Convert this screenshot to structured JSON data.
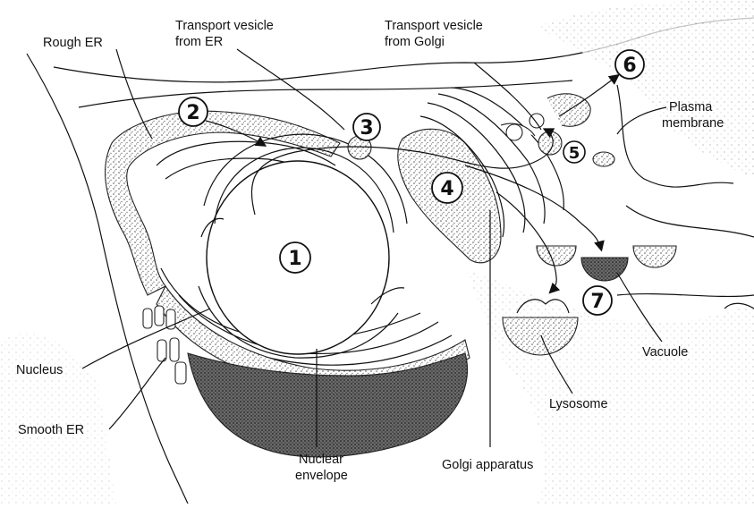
{
  "labels": {
    "rough_er": "Rough ER",
    "transport_vesicle_er_line1": "Transport vesicle",
    "transport_vesicle_er_line2": "from ER",
    "transport_vesicle_golgi_line1": "Transport vesicle",
    "transport_vesicle_golgi_line2": "from Golgi",
    "plasma_membrane_line1": "Plasma",
    "plasma_membrane_line2": "membrane",
    "nucleus": "Nucleus",
    "smooth_er": "Smooth ER",
    "nuclear_envelope_line1": "Nuclear",
    "nuclear_envelope_line2": "envelope",
    "golgi_apparatus": "Golgi apparatus",
    "lysosome": "Lysosome",
    "vacuole": "Vacuole"
  },
  "steps": [
    "1",
    "2",
    "3",
    "4",
    "5",
    "6",
    "7"
  ],
  "colors": {
    "ink": "#111111",
    "stipple": "#9a9a9a",
    "paper": "#ffffff"
  }
}
